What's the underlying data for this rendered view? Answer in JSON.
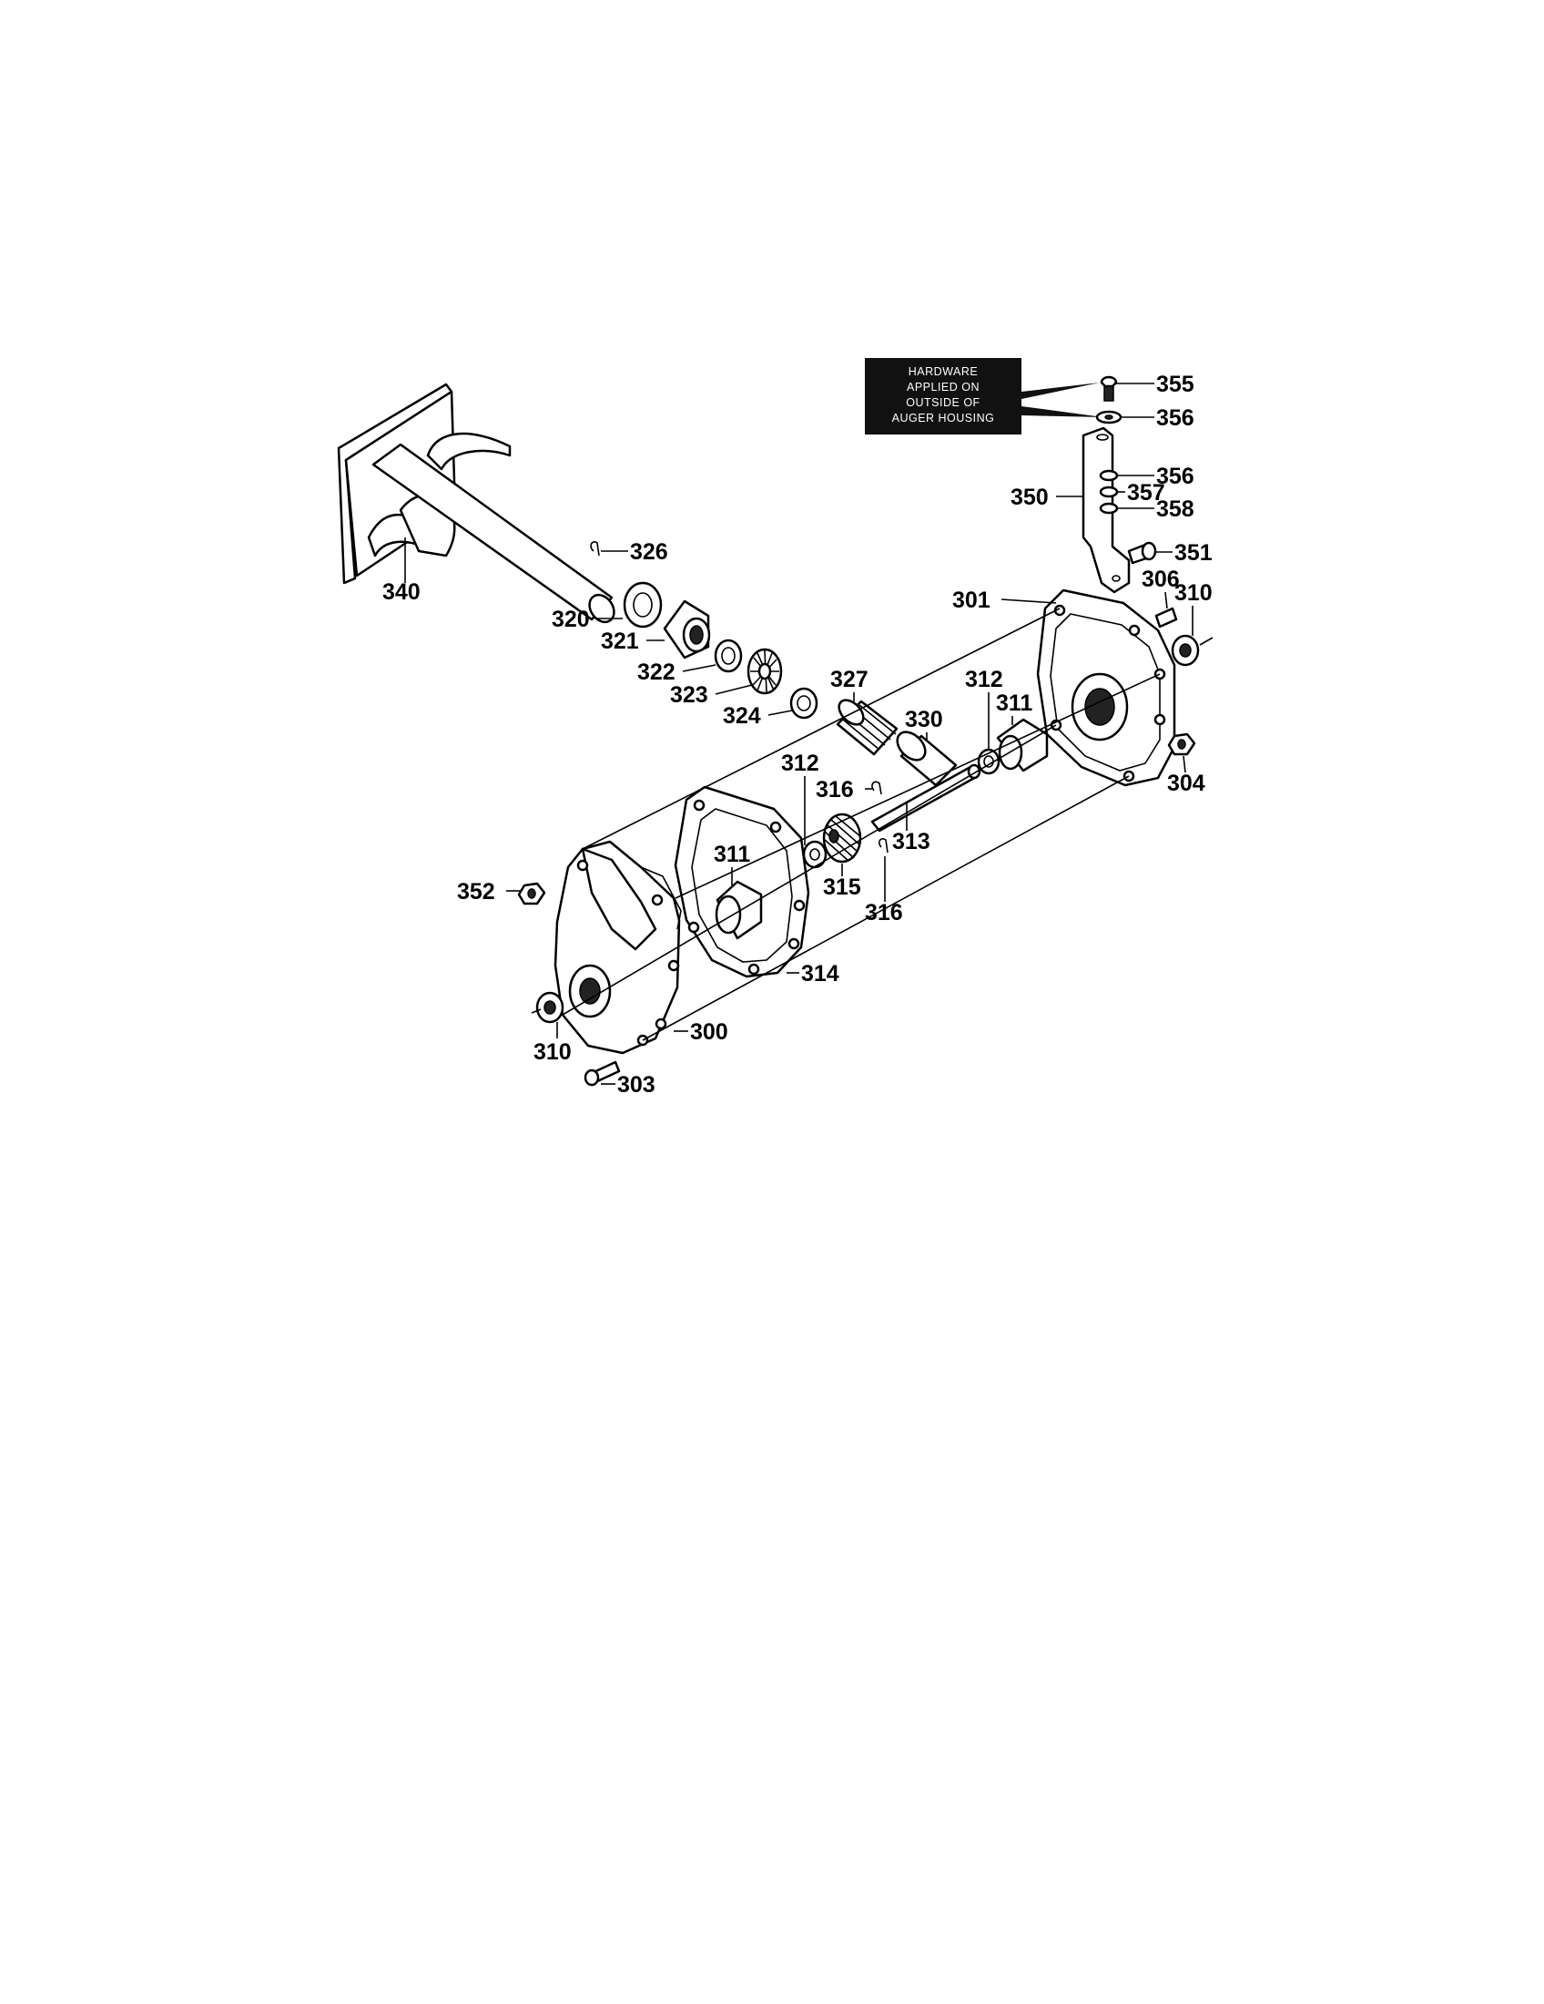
{
  "note": {
    "lines": [
      "HARDWARE",
      "APPLIED ON",
      "OUTSIDE OF",
      "AUGER HOUSING"
    ],
    "background": "#111111",
    "text_color": "#ffffff"
  },
  "labels": {
    "p355": "355",
    "p356a": "356",
    "p356b": "356",
    "p357": "357",
    "p358": "358",
    "p350": "350",
    "p351": "351",
    "p340": "340",
    "p326": "326",
    "p320": "320",
    "p321": "321",
    "p322": "322",
    "p323": "323",
    "p324": "324",
    "p327": "327",
    "p301": "301",
    "p306": "306",
    "p310a": "310",
    "p312a": "312",
    "p311a": "311",
    "p330": "330",
    "p304": "304",
    "p312b": "312",
    "p316a": "316",
    "p313": "313",
    "p311b": "311",
    "p315": "315",
    "p316b": "316",
    "p352": "352",
    "p314": "314",
    "p300": "300",
    "p310b": "310",
    "p303": "303"
  }
}
